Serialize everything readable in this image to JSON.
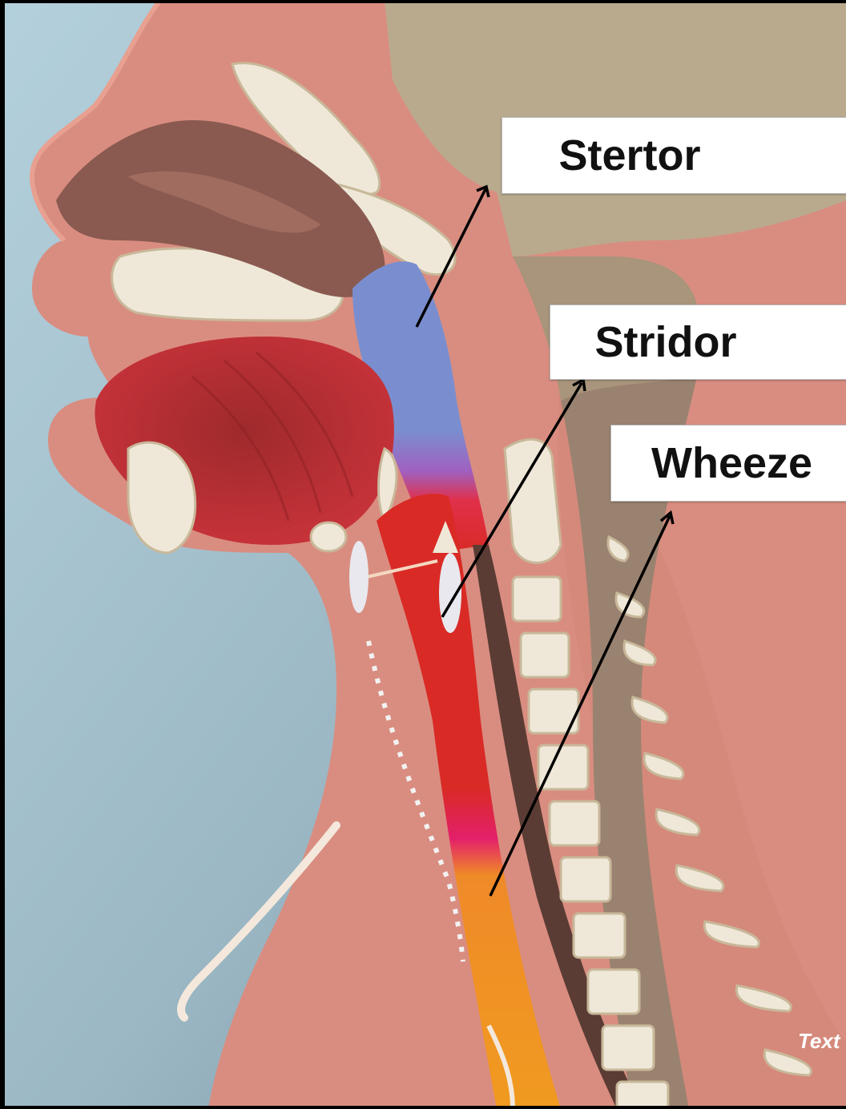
{
  "labels": {
    "stertor": "Stertor",
    "stridor": "Stridor",
    "wheeze": "Wheeze"
  },
  "credit": "Text",
  "colors": {
    "background": "#93b4c4",
    "skin": "#d98d80",
    "bone": "#efe8d8",
    "brain": "#b9aa8e",
    "nasal_cavity": "#8a5a50",
    "tongue": "#b3272d",
    "upper_airway": "#7d8fd2",
    "larynx": "#d92a26",
    "trachea": "#f0961e",
    "esophagus": "#5a3c34",
    "arrow": "#000000"
  },
  "arrows": [
    {
      "from": "upper-airway",
      "to": "stertor-label"
    },
    {
      "from": "larynx",
      "to": "stridor-label"
    },
    {
      "from": "trachea",
      "to": "wheeze-label"
    }
  ]
}
